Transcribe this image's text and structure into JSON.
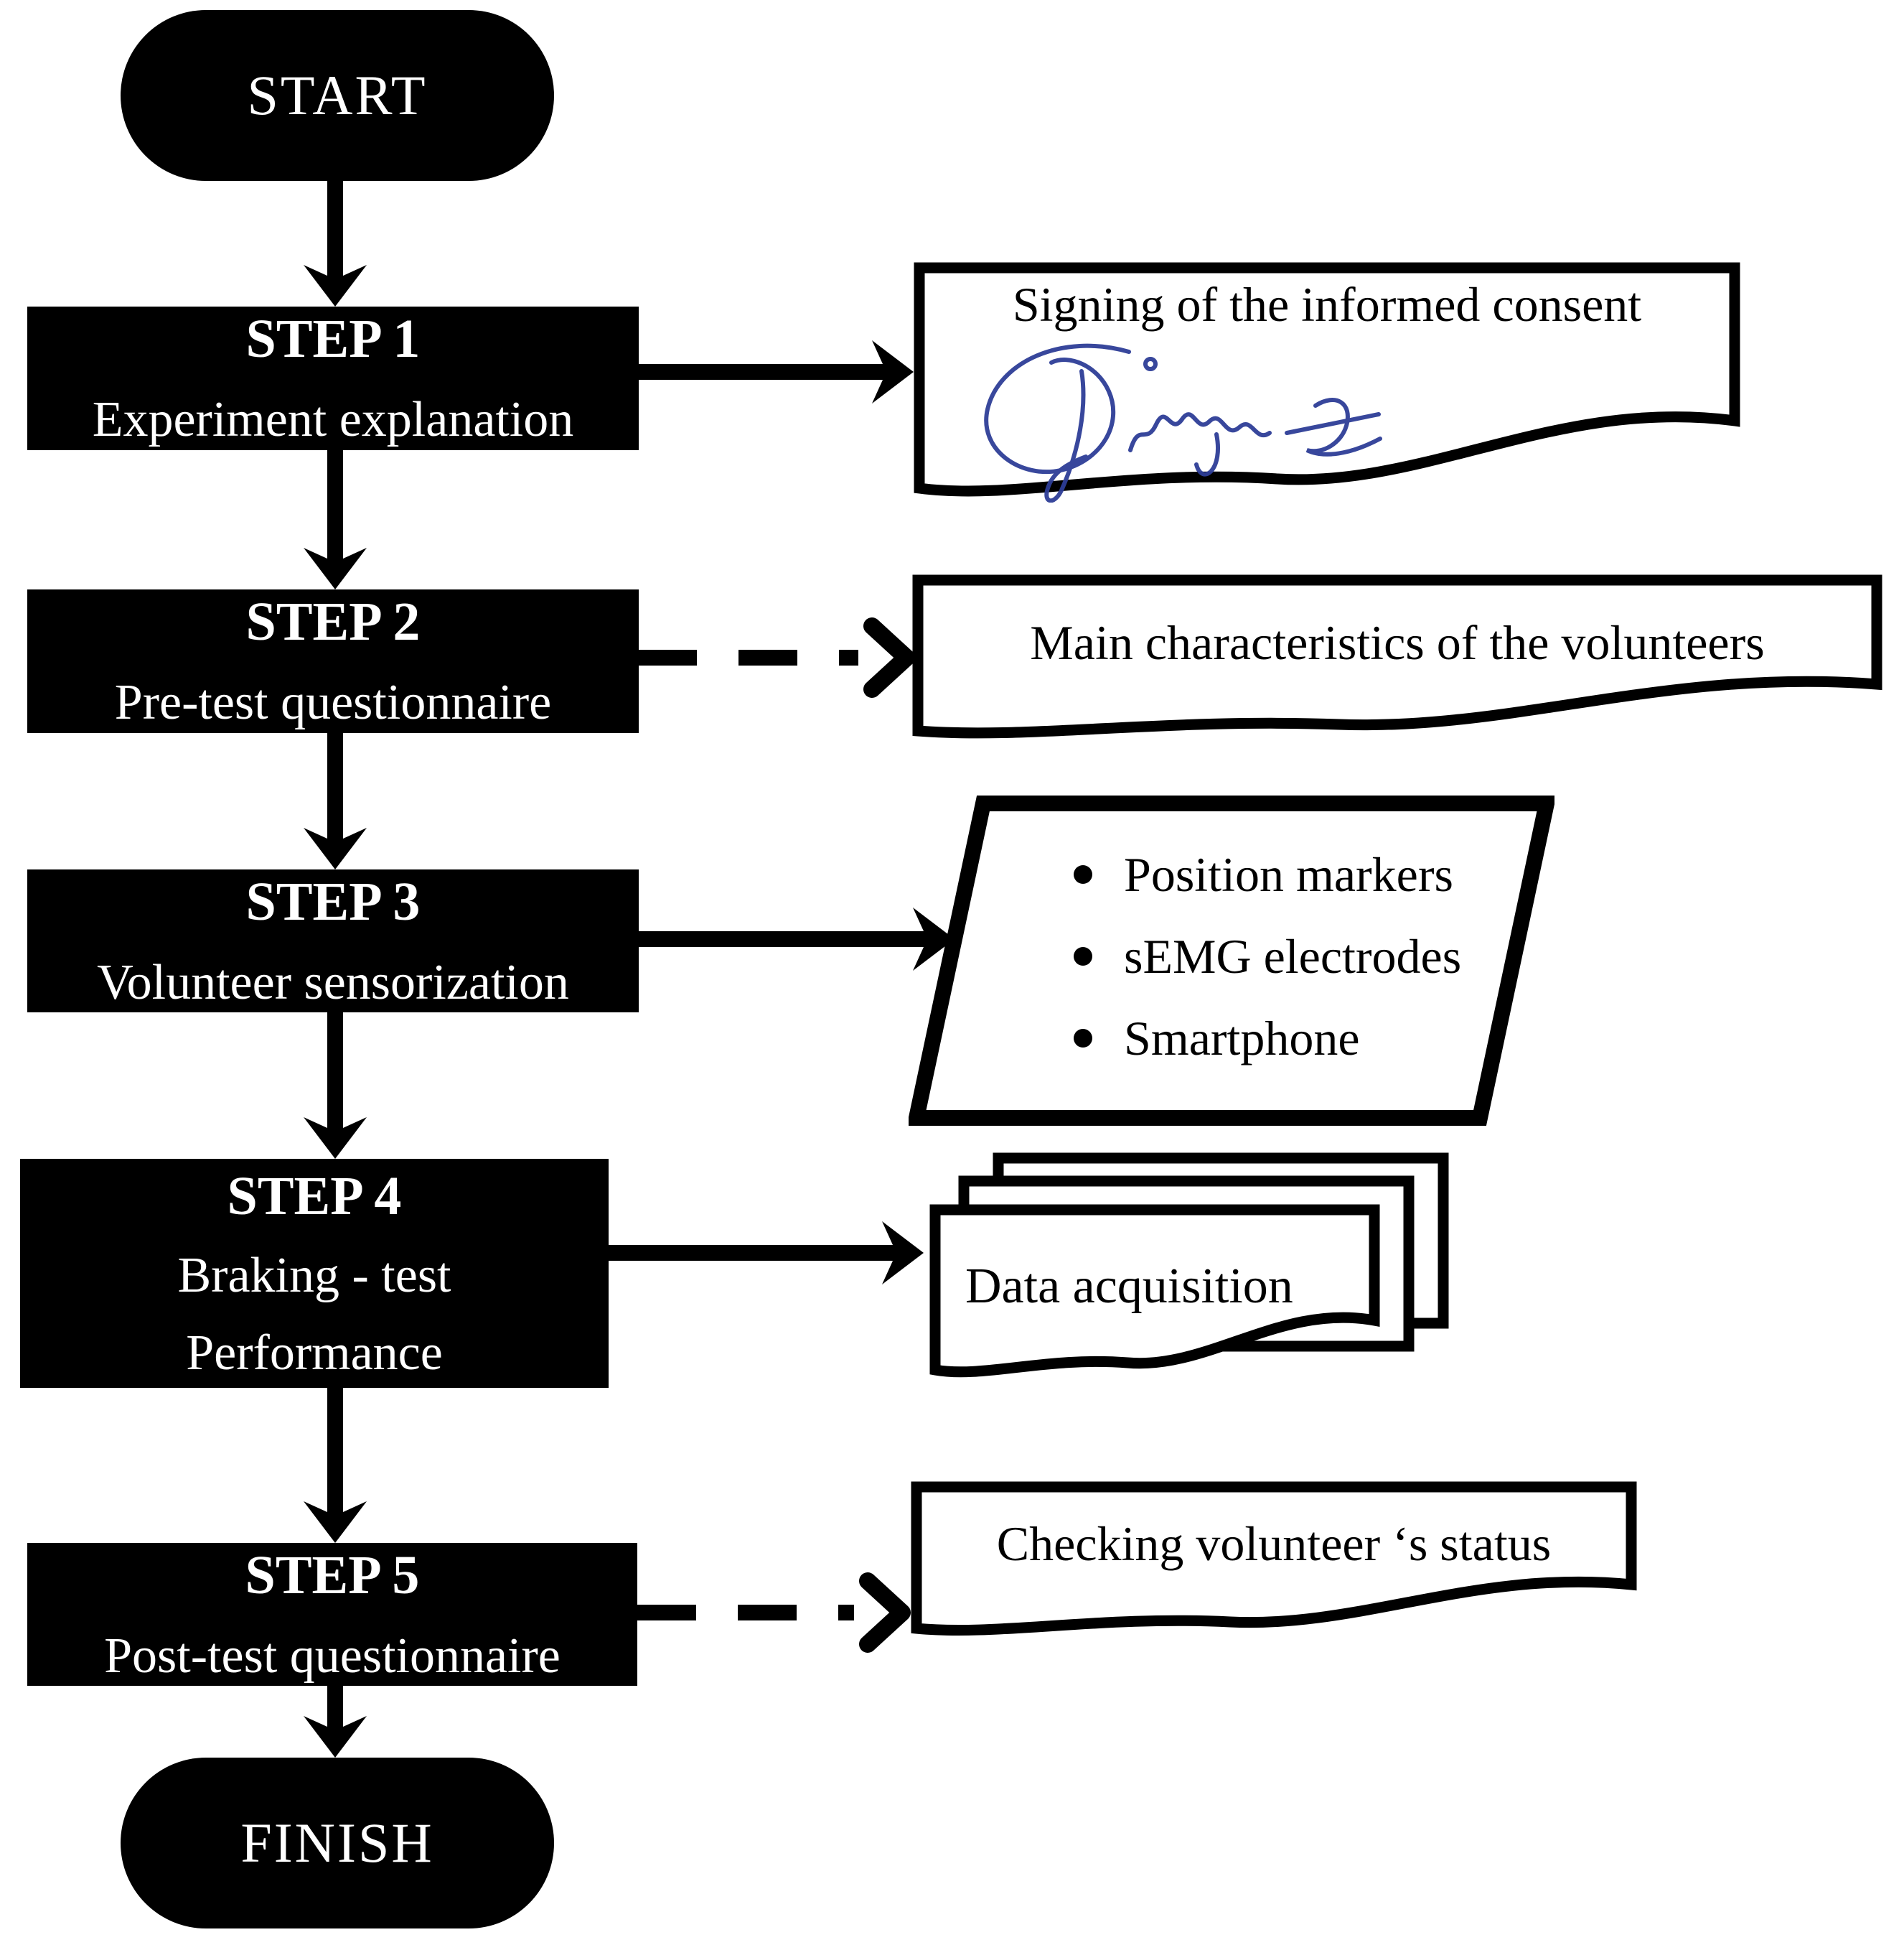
{
  "flow": {
    "start_label": "START",
    "finish_label": "FINISH",
    "steps": [
      {
        "title": "STEP 1",
        "lines": [
          "Experiment explanation"
        ]
      },
      {
        "title": "STEP 2",
        "lines": [
          "Pre-test questionnaire"
        ]
      },
      {
        "title": "STEP 3",
        "lines": [
          "Volunteer sensorization"
        ]
      },
      {
        "title": "STEP 4",
        "lines": [
          "Braking - test",
          "Performance"
        ]
      },
      {
        "title": "STEP 5",
        "lines": [
          "Post-test questionnaire"
        ]
      }
    ],
    "outputs": {
      "consent_label": "Signing of the informed consent",
      "volunteers_label": "Main characteristics of the volunteers",
      "sensor_items": [
        "Position markers",
        "sEMG electrodes",
        "Smartphone"
      ],
      "data_label": "Data acquisition",
      "status_label": "Checking volunteer ‘s status"
    },
    "colors": {
      "node_fill": "#000000",
      "node_text": "#ffffff",
      "shape_border": "#000000",
      "background": "#ffffff",
      "signature_ink": "#2e3e97"
    }
  }
}
